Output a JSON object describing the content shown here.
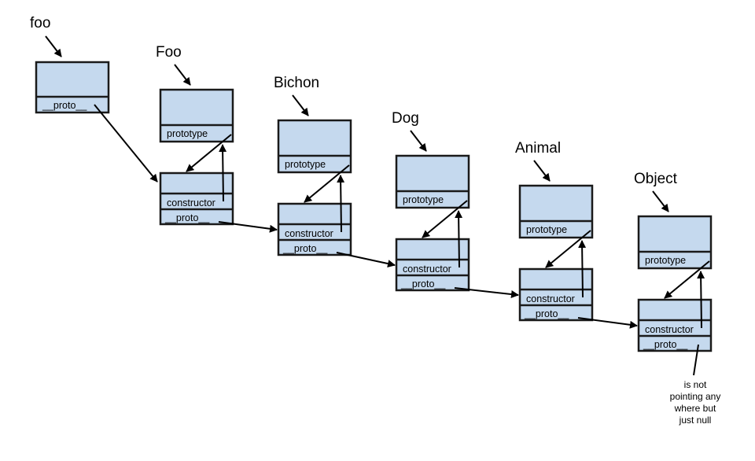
{
  "instance": {
    "label": "foo",
    "slot": "__proto__"
  },
  "functions": [
    {
      "label": "Foo",
      "prototype_slot": "prototype",
      "constructor_slot": "constructor",
      "proto_slot": "__proto__"
    },
    {
      "label": "Bichon",
      "prototype_slot": "prototype",
      "constructor_slot": "constructor",
      "proto_slot": "__proto__"
    },
    {
      "label": "Dog",
      "prototype_slot": "prototype",
      "constructor_slot": "constructor",
      "proto_slot": "__proto__"
    },
    {
      "label": "Animal",
      "prototype_slot": "prototype",
      "constructor_slot": "constructor",
      "proto_slot": "__proto__"
    },
    {
      "label": "Object",
      "prototype_slot": "prototype",
      "constructor_slot": "constructor",
      "proto_slot": "__proto__"
    }
  ],
  "note": [
    "is not",
    "pointing any",
    "where but",
    "just null"
  ],
  "colors": {
    "box_fill": "#c5d9ee",
    "stroke": "#1a1a1a"
  }
}
